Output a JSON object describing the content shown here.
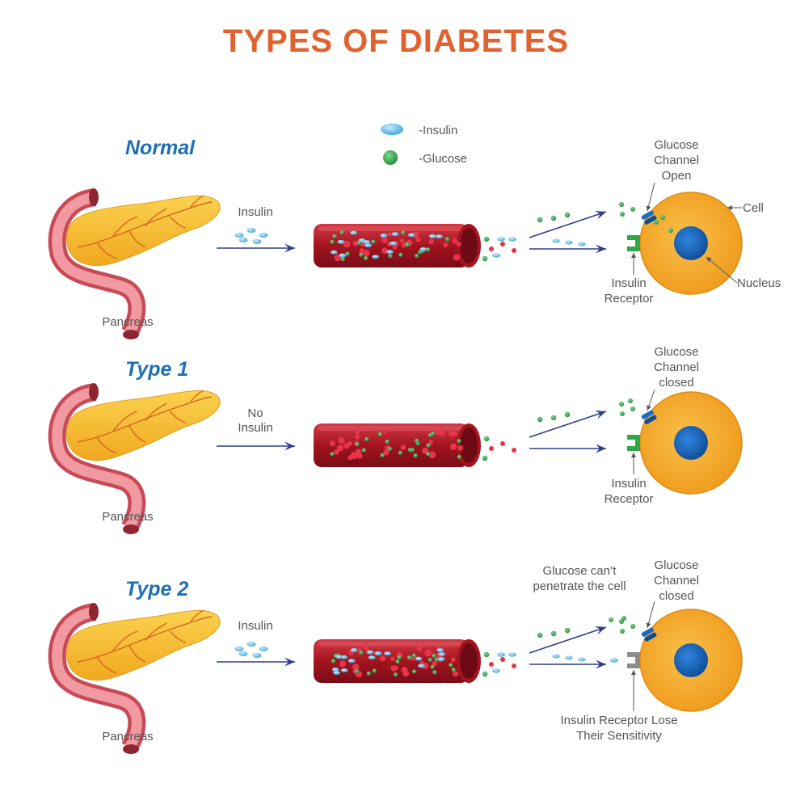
{
  "title": "TYPES OF DIABETES",
  "colors": {
    "title": "#e2622f",
    "row_title": "#1f6fb5",
    "arrow": "#2c3e8c",
    "vessel": "#b01e2b",
    "vessel_inner": "#7d0f1b",
    "insulin": "#5bbde8",
    "glucose": "#2ea84a",
    "red_cell": "#e8344a",
    "cell": "#f4ad2c",
    "nucleus": "#1a6bc4",
    "channel": "#1a6bc4",
    "receptor": "#2ea84a",
    "receptor_type2": "#8c8c8c",
    "pancreas": "#f6c132",
    "duct": "#e66f78"
  },
  "legend": {
    "insulin_label": "-Insulin",
    "glucose_label": "-Glucose"
  },
  "rows": [
    {
      "id": "normal",
      "title": "Normal",
      "pancreas_label": "Pancreas",
      "flow_label": [
        "Insulin"
      ],
      "vessel_has_insulin": true,
      "channel_label": [
        "Glucose",
        "Channel",
        "Open"
      ],
      "receptor_label": [
        "Insulin",
        "Receptor"
      ],
      "cell_label": "Cell",
      "nucleus_label": "Nucleus",
      "note_label": [],
      "receptor_status": "active"
    },
    {
      "id": "type1",
      "title": "Type 1",
      "pancreas_label": "Pancreas",
      "flow_label": [
        "No",
        "Insulin"
      ],
      "vessel_has_insulin": false,
      "channel_label": [
        "Glucose",
        "Channel",
        "closed"
      ],
      "receptor_label": [
        "Insulin",
        "Receptor"
      ],
      "cell_label": "",
      "nucleus_label": "",
      "note_label": [],
      "receptor_status": "active"
    },
    {
      "id": "type2",
      "title": "Type 2",
      "pancreas_label": "Pancreas",
      "flow_label": [
        "Insulin"
      ],
      "vessel_has_insulin": true,
      "channel_label": [
        "Glucose",
        "Channel",
        "closed"
      ],
      "receptor_label": [
        "Insulin Receptor Lose",
        "Their Sensitivity"
      ],
      "cell_label": "",
      "nucleus_label": "",
      "note_label": [
        "Glucose can’t",
        "penetrate the cell"
      ],
      "receptor_status": "insensitive"
    }
  ]
}
